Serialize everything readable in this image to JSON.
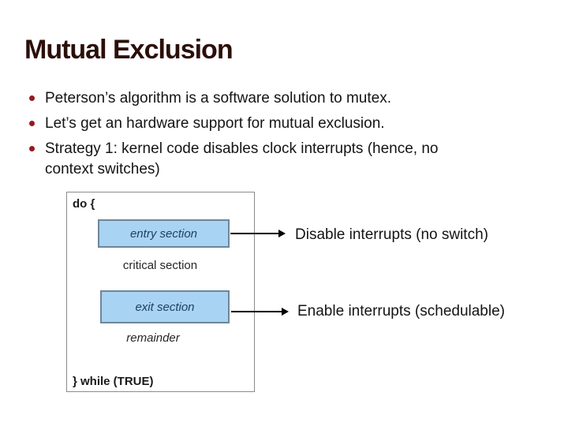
{
  "slide": {
    "title": "Mutual Exclusion",
    "bullets": [
      {
        "lines": [
          "Peterson’s algorithm is a software solution to mutex."
        ]
      },
      {
        "lines": [
          "Let’s get an hardware support for mutual exclusion."
        ]
      },
      {
        "lines": [
          "Strategy 1: kernel code disables clock interrupts (hence, no",
          "context switches)"
        ]
      }
    ],
    "colors": {
      "background": "#ffffff",
      "title_color": "#2b0f0a",
      "bullet_dot_color": "#941b1e",
      "body_text_color": "#141414"
    }
  },
  "diagram": {
    "code_open": "do {",
    "code_close": "} while (TRUE)",
    "entry_box_label": "entry section",
    "critical_label": "critical section",
    "exit_box_label": "exit section",
    "remainder_label": "remainder",
    "colors": {
      "box_fill": "#a8d3f2",
      "box_border": "#6f8699",
      "box_text": "#1f3f63",
      "frame_border": "#8c8c8c",
      "arrow_color": "#000000"
    }
  },
  "annotations": [
    {
      "text": "Disable interrupts (no switch)"
    },
    {
      "text": "Enable interrupts (schedulable)"
    }
  ]
}
